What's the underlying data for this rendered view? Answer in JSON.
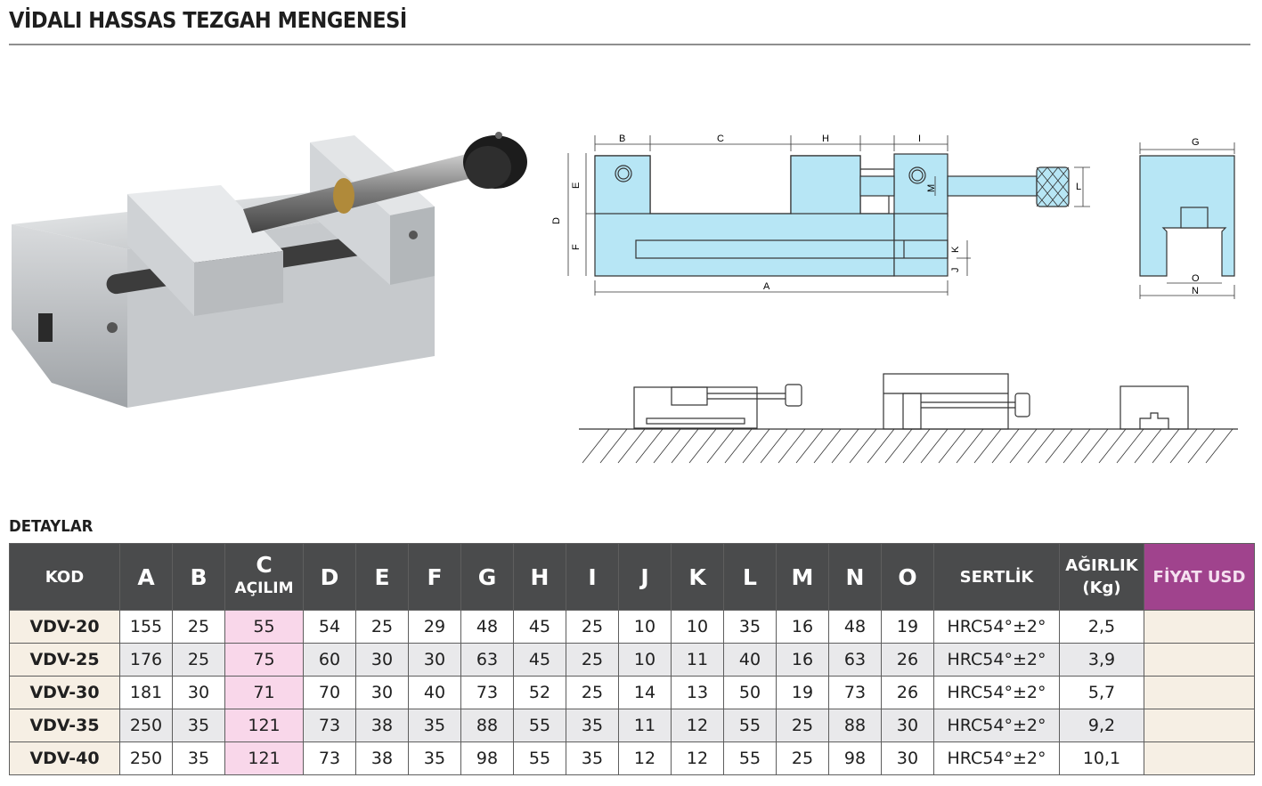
{
  "page": {
    "title": "VİDALI HASSAS TEZGAH MENGENESİ",
    "section_label": "DETAYLAR"
  },
  "diagram": {
    "labels": {
      "a": "A",
      "b": "B",
      "c": "C",
      "d": "D",
      "e": "E",
      "f": "F",
      "g": "G",
      "h": "H",
      "i": "I",
      "j": "J",
      "k": "K",
      "l": "L",
      "m": "M",
      "n": "N",
      "o": "O"
    },
    "fill_color": "#b7e6f5"
  },
  "table": {
    "headers": {
      "kod": "KOD",
      "a": "A",
      "b": "B",
      "c": "C",
      "c_sub": "AÇILIM",
      "d": "D",
      "e": "E",
      "f": "F",
      "g": "G",
      "h": "H",
      "i": "I",
      "j": "J",
      "k": "K",
      "l": "L",
      "m": "M",
      "n": "N",
      "o": "O",
      "sertlik": "SERTLİK",
      "agirlik": "AĞIRLIK",
      "agirlik_sub": "(Kg)",
      "fiyat": "FİYAT USD"
    },
    "rows": [
      [
        "VDV-20",
        "155",
        "25",
        "55",
        "54",
        "25",
        "29",
        "48",
        "45",
        "25",
        "10",
        "10",
        "35",
        "16",
        "48",
        "19",
        "HRC54°±2°",
        "2,5",
        ""
      ],
      [
        "VDV-25",
        "176",
        "25",
        "75",
        "60",
        "30",
        "30",
        "63",
        "45",
        "25",
        "10",
        "11",
        "40",
        "16",
        "63",
        "26",
        "HRC54°±2°",
        "3,9",
        ""
      ],
      [
        "VDV-30",
        "181",
        "30",
        "71",
        "70",
        "30",
        "40",
        "73",
        "52",
        "25",
        "14",
        "13",
        "50",
        "19",
        "73",
        "26",
        "HRC54°±2°",
        "5,7",
        ""
      ],
      [
        "VDV-35",
        "250",
        "35",
        "121",
        "73",
        "38",
        "35",
        "88",
        "55",
        "35",
        "11",
        "12",
        "55",
        "25",
        "88",
        "30",
        "HRC54°±2°",
        "9,2",
        ""
      ],
      [
        "VDV-40",
        "250",
        "35",
        "121",
        "73",
        "38",
        "35",
        "98",
        "55",
        "35",
        "12",
        "12",
        "55",
        "25",
        "98",
        "30",
        "HRC54°±2°",
        "10,1",
        ""
      ]
    ]
  },
  "colors": {
    "header_bg": "#4a4b4c",
    "price_header_bg": "#a0438d",
    "c_column_bg": "#f9d7ea",
    "code_column_bg": "#f6efe4"
  }
}
